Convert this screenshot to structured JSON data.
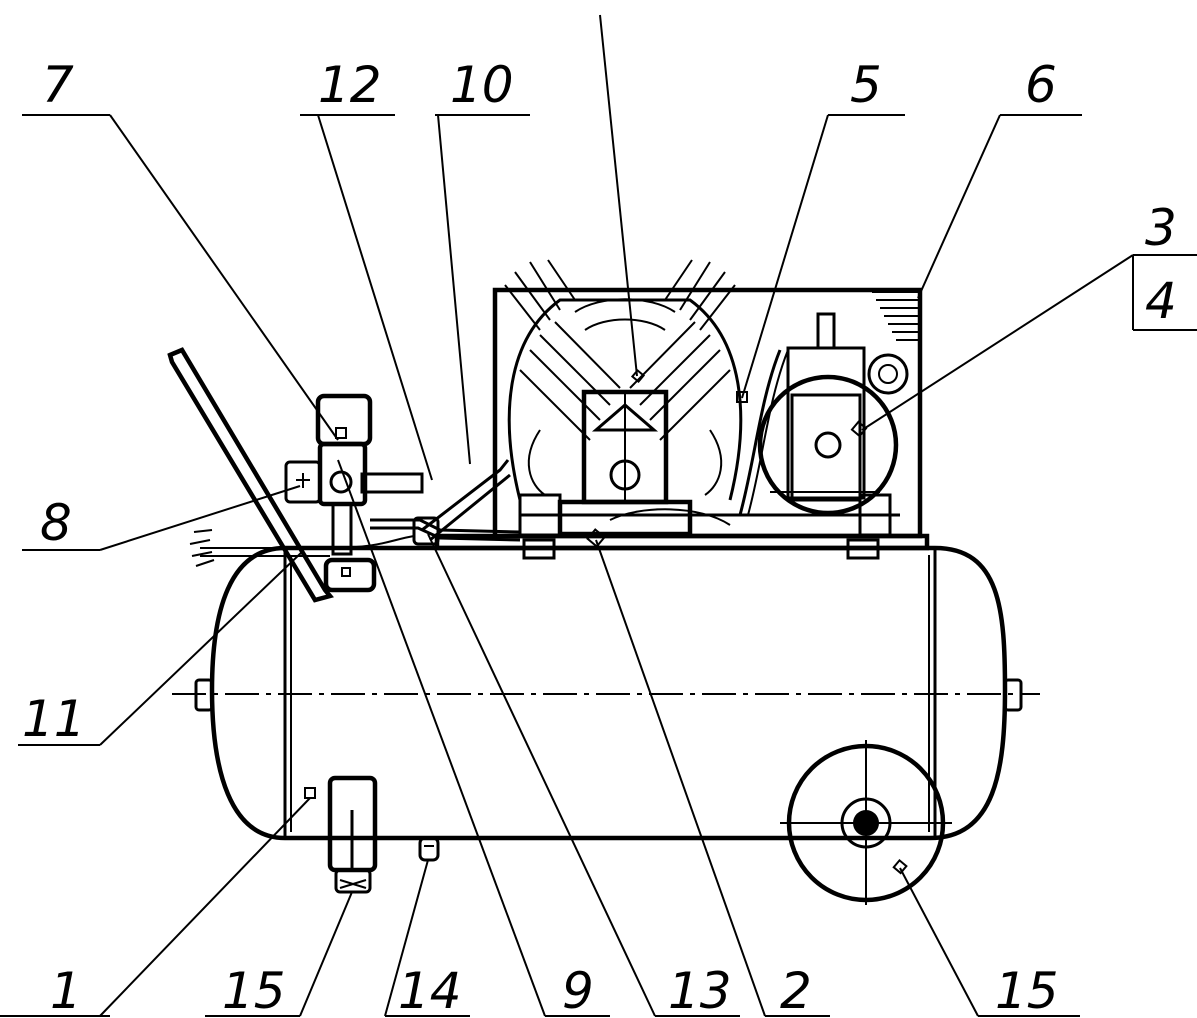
{
  "figure": {
    "callouts": [
      {
        "id": "c7",
        "label": "7"
      },
      {
        "id": "c12",
        "label": "12"
      },
      {
        "id": "c10",
        "label": "10"
      },
      {
        "id": "c5",
        "label": "5"
      },
      {
        "id": "c6",
        "label": "6"
      },
      {
        "id": "c3",
        "label": "3"
      },
      {
        "id": "c4",
        "label": "4"
      },
      {
        "id": "c8",
        "label": "8"
      },
      {
        "id": "c11",
        "label": "11"
      },
      {
        "id": "c1",
        "label": "1"
      },
      {
        "id": "c15a",
        "label": "15"
      },
      {
        "id": "c14",
        "label": "14"
      },
      {
        "id": "c9",
        "label": "9"
      },
      {
        "id": "c13",
        "label": "13"
      },
      {
        "id": "c2",
        "label": "2"
      },
      {
        "id": "c15b",
        "label": "15"
      }
    ]
  }
}
